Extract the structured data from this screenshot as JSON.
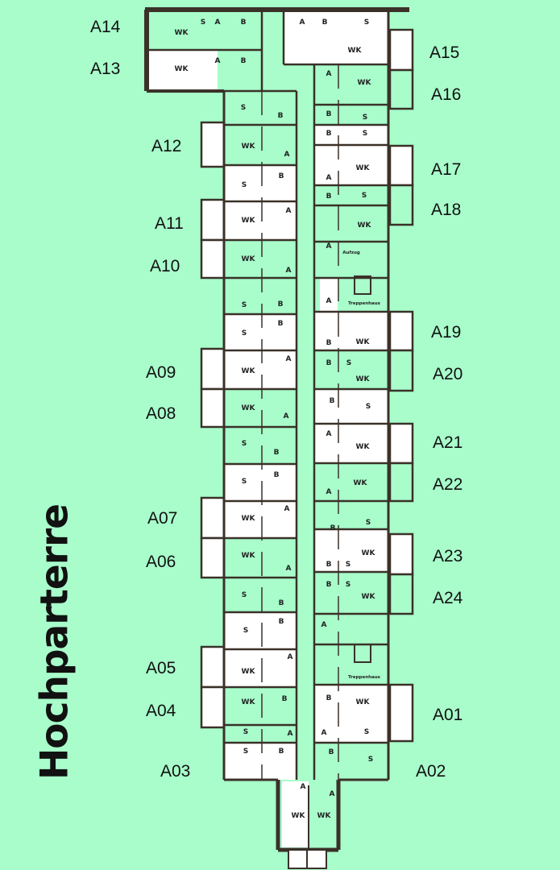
{
  "title": "Hochparterre",
  "units": [
    "A01",
    "A02",
    "A03",
    "A04",
    "A05",
    "A06",
    "A07",
    "A08",
    "A09",
    "A10",
    "A11",
    "A12",
    "A13",
    "A14",
    "A15",
    "A16",
    "A17",
    "A18",
    "A19",
    "A20",
    "A21",
    "A22",
    "A23",
    "A24"
  ],
  "room_types": {
    "WK": "WK",
    "S": "S",
    "B": "B",
    "A": "A"
  },
  "special_rooms": {
    "elevator": "Aufzug",
    "stairwell": "Treppenhaus"
  },
  "colors": {
    "background": "#a8fdcb",
    "wall": "#3a3128",
    "highlight": "#ffffff"
  }
}
